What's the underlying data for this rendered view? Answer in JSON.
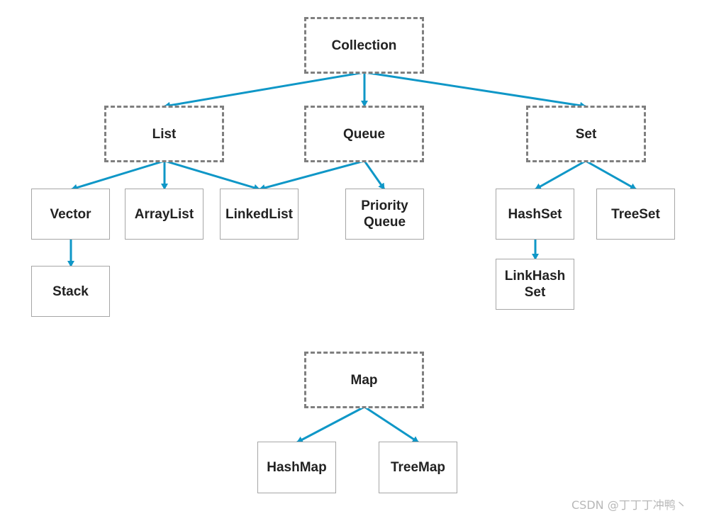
{
  "diagram": {
    "edge_color": "#0f97c7",
    "nodes": {
      "collection": "Collection",
      "list": "List",
      "queue": "Queue",
      "set": "Set",
      "vector": "Vector",
      "arraylist": "ArrayList",
      "linkedlist": "LinkedList",
      "priorityqueue": "Priority\nQueue",
      "hashset": "HashSet",
      "treeset": "TreeSet",
      "stack": "Stack",
      "linkhashset": "LinkHash\nSet",
      "map": "Map",
      "hashmap": "HashMap",
      "treemap": "TreeMap"
    },
    "edges": [
      {
        "from": "collection",
        "to": "list"
      },
      {
        "from": "collection",
        "to": "queue"
      },
      {
        "from": "collection",
        "to": "set"
      },
      {
        "from": "list",
        "to": "vector"
      },
      {
        "from": "list",
        "to": "arraylist"
      },
      {
        "from": "list",
        "to": "linkedlist"
      },
      {
        "from": "queue",
        "to": "linkedlist"
      },
      {
        "from": "queue",
        "to": "priorityqueue"
      },
      {
        "from": "set",
        "to": "hashset"
      },
      {
        "from": "set",
        "to": "treeset"
      },
      {
        "from": "vector",
        "to": "stack"
      },
      {
        "from": "hashset",
        "to": "linkhashset"
      },
      {
        "from": "map",
        "to": "hashmap"
      },
      {
        "from": "map",
        "to": "treemap"
      }
    ]
  },
  "watermark": "CSDN @丁丁丁冲鸭丶"
}
